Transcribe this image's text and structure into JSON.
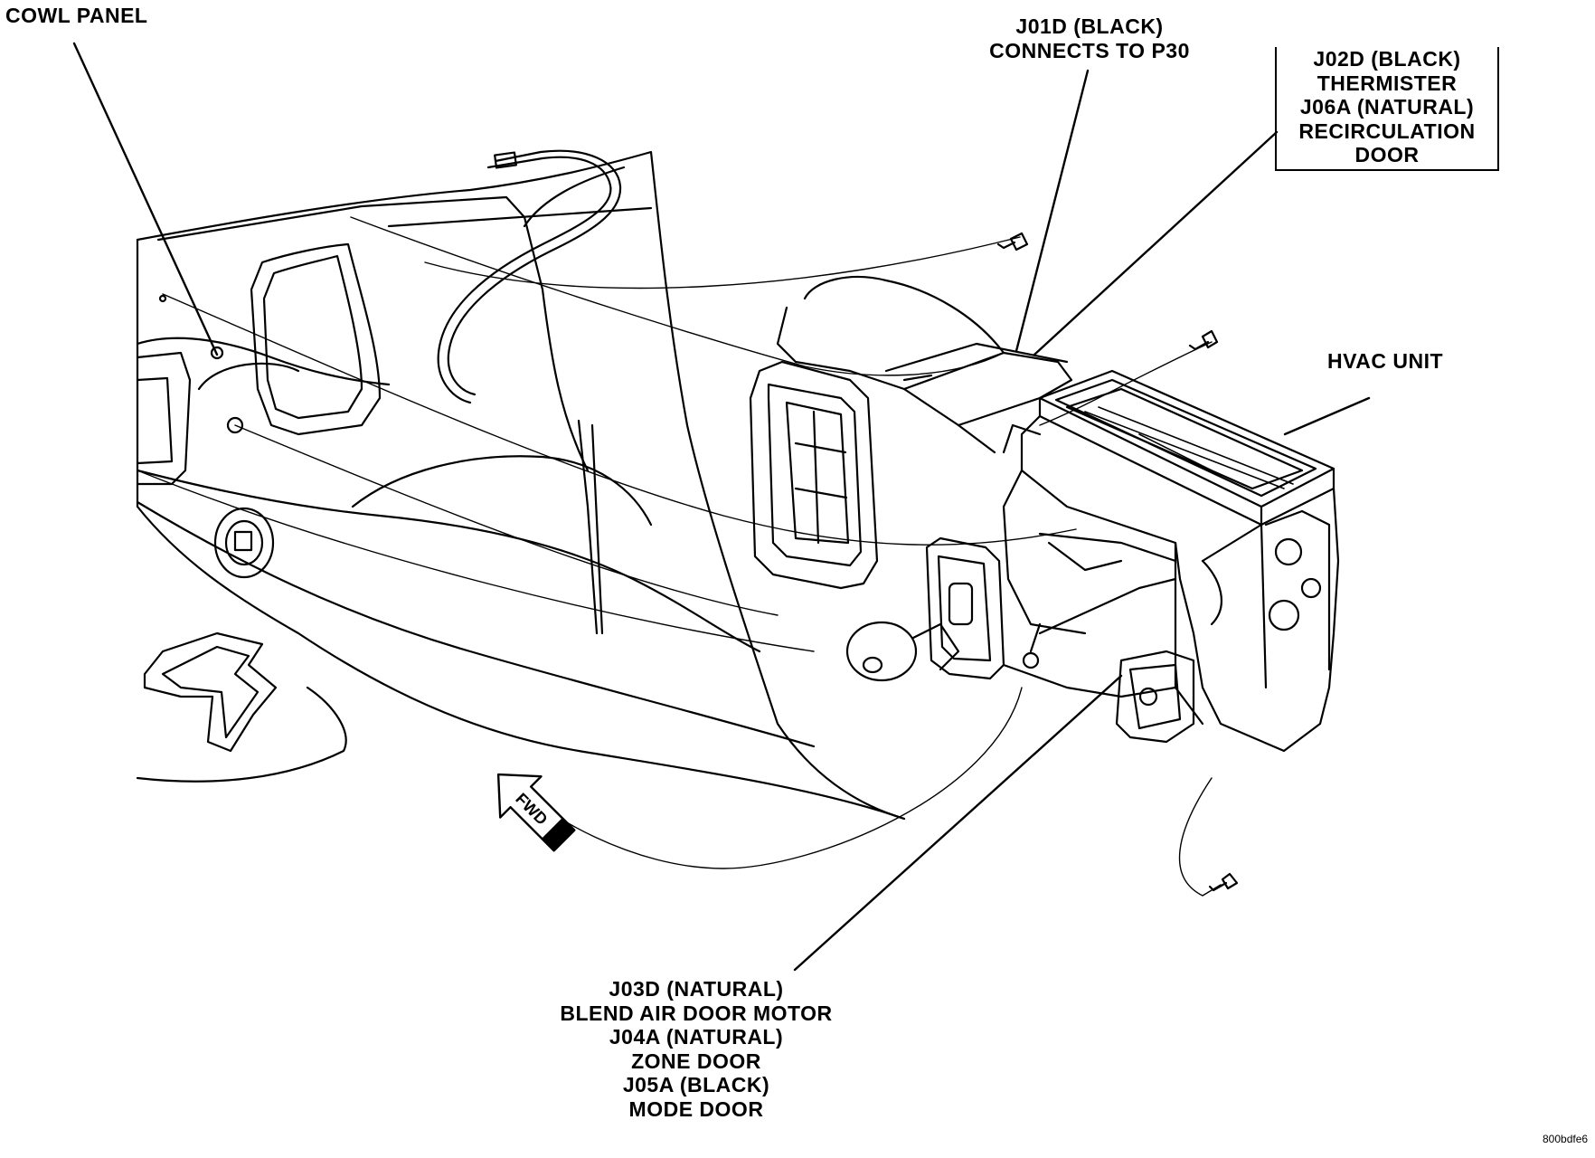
{
  "labels": {
    "cowl_panel": "COWL PANEL",
    "j01d": [
      "J01D (BLACK)",
      "CONNECTS TO P30"
    ],
    "j02d": [
      "J02D (BLACK)",
      "THERMISTER",
      "J06A (NATURAL)",
      "RECIRCULATION",
      "DOOR"
    ],
    "hvac_unit": "HVAC UNIT",
    "bottom": [
      "J03D (NATURAL)",
      "BLEND AIR DOOR MOTOR",
      "J04A (NATURAL)",
      "ZONE DOOR",
      "J05A (BLACK)",
      "MODE DOOR"
    ],
    "fwd": "FWD",
    "figure_id": "800bdfe6"
  }
}
